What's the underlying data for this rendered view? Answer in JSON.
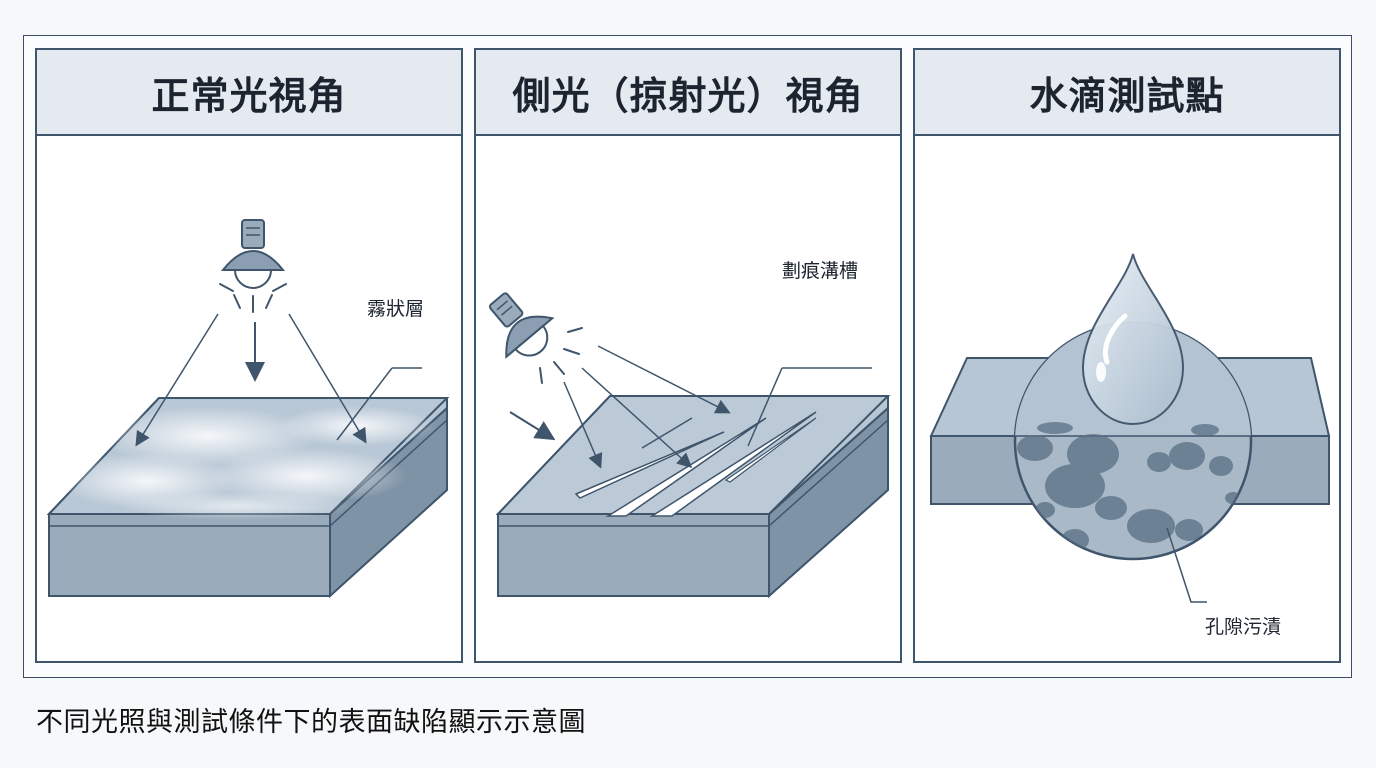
{
  "panels": [
    {
      "title": "正常光視角",
      "label": "霧狀層"
    },
    {
      "title": "側光（掠射光）視角",
      "label": "劃痕溝槽"
    },
    {
      "title": "水滴測試點",
      "label": "孔隙污漬"
    }
  ],
  "caption": "不同光照與測試條件下的表面缺陷顯示示意圖",
  "colors": {
    "outline": "#3f556c",
    "header_bg": "#e4eaf0",
    "slab_top": "#b7c6d4",
    "slab_front": "#9aabbb",
    "slab_side": "#7f93a6",
    "stain": "#5a6f84"
  }
}
